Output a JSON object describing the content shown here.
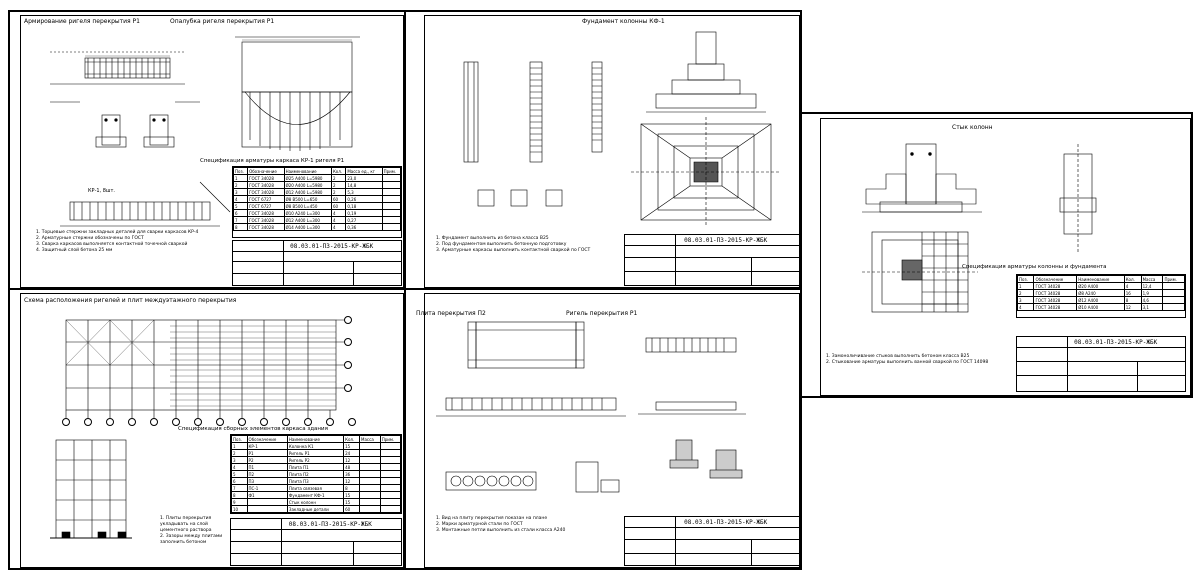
{
  "sheets": {
    "s1": {
      "title_reinf": "Армирование ригеля перекрытия Р1",
      "title_formwork": "Опалубка ригеля перекрытия Р1",
      "title_spec": "Спецификация арматуры каркаса КР-1 ригеля Р1",
      "label_kp": "КР-1, 8шт.",
      "code": "08.03.01-ПЗ-2015-КР-ЖБК",
      "notes": "1. Торцевые стержни закладных деталей для сварки каркасов КР-4\n2. Арматурные стержни обозначены по ГОСТ\n3. Сварка каркасов выполняется контактной точечной сваркой\n4. Защитный слой бетона 25 мм"
    },
    "s2": {
      "title": "Фундамент колонны КФ-1",
      "code": "08.03.01-ПЗ-2015-КР-ЖБК",
      "notes": "1. Фундамент выполнить из бетона класса В25\n2. Под фундаментом выполнить бетонную подготовку\n3. Арматурные каркасы выполнить контактной сваркой по ГОСТ"
    },
    "s3": {
      "title": "Стык колонн",
      "title_spec": "Спецификация арматуры колонны и фундамента",
      "code": "08.03.01-ПЗ-2015-КР-ЖБК",
      "notes": "1. Замоноличивание стыков выполнить бетоном класса В25\n2. Стыкование арматуры выполнить ванной сваркой по ГОСТ 14098"
    },
    "s4": {
      "title": "Схема расположения ригелей и плит междуэтажного перекрытия",
      "title_spec": "Спецификация сборных элементов каркаса здания",
      "code": "08.03.01-ПЗ-2015-КР-ЖБК",
      "notes": "1. Плиты перекрытия укладывать на слой цементного раствора\n2. Зазоры между плитами заполнить бетоном"
    },
    "s5": {
      "title_slab": "Плита перекрытия П2",
      "title_beam": "Ригель перекрытия Р1",
      "code": "08.03.01-ПЗ-2015-КР-ЖБК",
      "notes": "1. Вид на плиту перекрытия показан на плане\n2. Марки арматурной стали по ГОСТ\n3. Монтажные петли выполнить из стали класса А240"
    }
  },
  "spec_table_s1": {
    "header": [
      "Поз.",
      "Обозначение",
      "Наименование",
      "Кол.",
      "Масса ед., кг",
      "Прим."
    ],
    "rows": [
      [
        "1",
        "ГОСТ 34028",
        "Ø25 А400 L=5980",
        "2",
        "23,0",
        ""
      ],
      [
        "2",
        "ГОСТ 34028",
        "Ø20 А400 L=5980",
        "2",
        "14,8",
        ""
      ],
      [
        "3",
        "ГОСТ 34028",
        "Ø12 А400 L=5980",
        "2",
        "5,3",
        ""
      ],
      [
        "4",
        "ГОСТ 6727",
        "Ø8 В500 L=650",
        "60",
        "0,26",
        ""
      ],
      [
        "5",
        "ГОСТ 6727",
        "Ø8 В500 L=450",
        "60",
        "0,18",
        ""
      ],
      [
        "6",
        "ГОСТ 34028",
        "Ø10 А240 L=300",
        "4",
        "0,19",
        ""
      ],
      [
        "7",
        "ГОСТ 34028",
        "Ø12 А400 L=300",
        "4",
        "0,27",
        ""
      ],
      [
        "8",
        "ГОСТ 34028",
        "Ø14 А400 L=300",
        "4",
        "0,36",
        ""
      ]
    ]
  },
  "spec_table_s3": {
    "header": [
      "Поз.",
      "Обозначение",
      "Наименование",
      "Кол.",
      "Масса",
      "Прим."
    ],
    "rows": [
      [
        "1",
        "ГОСТ 34028",
        "Ø20 А400",
        "4",
        "12,4",
        ""
      ],
      [
        "2",
        "ГОСТ 34028",
        "Ø8 А240",
        "16",
        "1,9",
        ""
      ],
      [
        "3",
        "ГОСТ 34028",
        "Ø12 А400",
        "8",
        "4,6",
        ""
      ],
      [
        "4",
        "ГОСТ 34028",
        "Ø10 А400",
        "12",
        "3,1",
        ""
      ]
    ]
  },
  "spec_table_s4": {
    "header": [
      "Поз.",
      "Обозначение",
      "Наименование",
      "Кол.",
      "Масса",
      "Прим."
    ],
    "rows": [
      [
        "1",
        "КР-1",
        "Колонна К1",
        "15",
        "",
        ""
      ],
      [
        "2",
        "Р1",
        "Ригель Р1",
        "24",
        "",
        ""
      ],
      [
        "3",
        "Р2",
        "Ригель Р2",
        "12",
        "",
        ""
      ],
      [
        "4",
        "П1",
        "Плита П1",
        "48",
        "",
        ""
      ],
      [
        "5",
        "П2",
        "Плита П2",
        "36",
        "",
        ""
      ],
      [
        "6",
        "П3",
        "Плита П3",
        "12",
        "",
        ""
      ],
      [
        "7",
        "ПС-1",
        "Плита связевая",
        "8",
        "",
        ""
      ],
      [
        "8",
        "Ф1",
        "Фундамент КФ-1",
        "15",
        "",
        ""
      ],
      [
        "9",
        "",
        "Стык колонн",
        "15",
        "",
        ""
      ],
      [
        "10",
        "",
        "Закладные детали",
        "60",
        "",
        ""
      ]
    ]
  },
  "axes_bottom": [
    "1",
    "2",
    "3",
    "4",
    "5",
    "6",
    "7",
    "8",
    "9",
    "10",
    "11",
    "12",
    "13",
    "14"
  ],
  "axes_right": [
    "А",
    "Б",
    "В",
    "Г"
  ]
}
